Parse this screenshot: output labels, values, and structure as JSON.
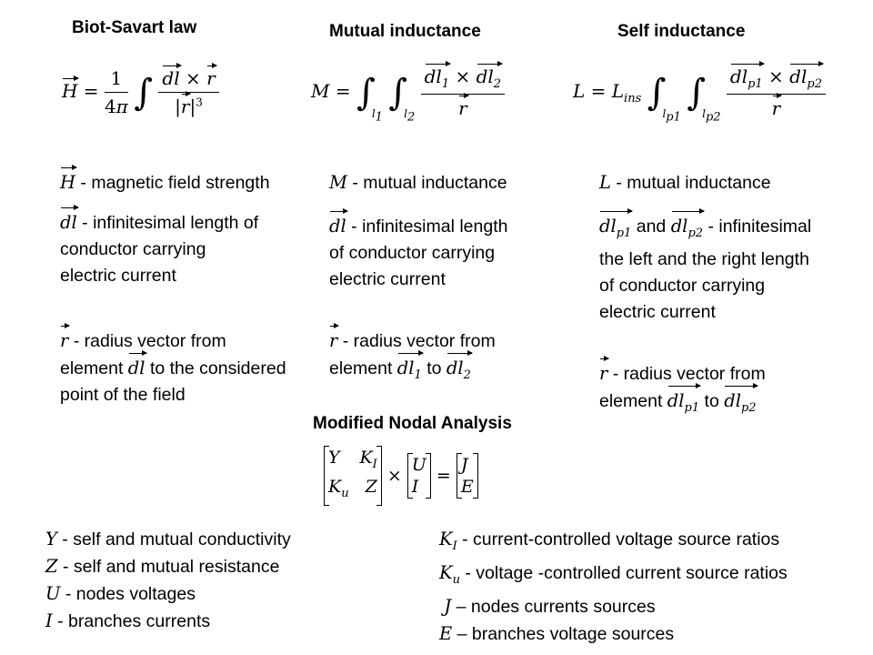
{
  "biot": {
    "title": "Biot-Savart law",
    "desc_H": " - magnetic field strength",
    "desc_dl": " - infinitesimal length of conductor carrying electric current",
    "desc_r_1": " - radius vector from element ",
    "desc_r_2": " to the considered point of the field"
  },
  "mutual": {
    "title": "Mutual inductance",
    "desc_M": " - mutual inductance",
    "desc_dl": " - infinitesimal length of conductor carrying electric current",
    "desc_r_1": " - radius vector from element ",
    "desc_r_2": " to "
  },
  "self": {
    "title": "Self inductance",
    "desc_L": " - mutual inductance",
    "desc_dl_and": " and ",
    "desc_dl": " - infinitesimal the left and the right length of conductor carrying electric current",
    "desc_r_1": " - radius vector from",
    "desc_r_2": "element ",
    "desc_r_3": " to "
  },
  "mna": {
    "title": "Modified Nodal Analysis",
    "left_defs": [
      {
        "sym": "Y",
        "text": " - self and mutual conductivity"
      },
      {
        "sym": "Z",
        "text": " - self and mutual resistance"
      },
      {
        "sym": "U",
        "text": " - nodes voltages"
      },
      {
        "sym": "I",
        "text": " - branches currents"
      }
    ],
    "right_defs": [
      {
        "sym": "K",
        "sub": "I",
        "text": " - current-controlled voltage source ratios"
      },
      {
        "sym": "K",
        "sub": "u",
        "text": " - voltage -controlled current source ratios"
      },
      {
        "sym": "J",
        "text": " – nodes currents sources"
      },
      {
        "sym": "E",
        "text": " – branches voltage sources"
      }
    ]
  }
}
